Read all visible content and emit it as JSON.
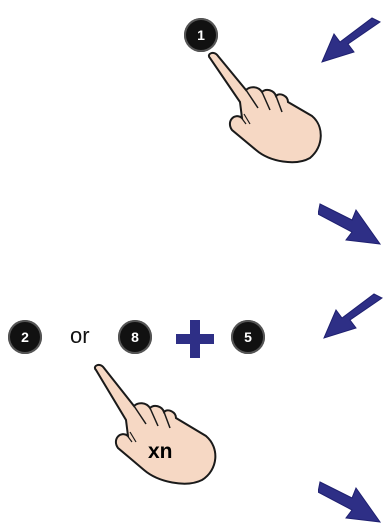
{
  "keys": {
    "first": "1",
    "alt_down": "2",
    "alt_up": "8",
    "confirm": "5"
  },
  "connector_or": "or",
  "repeat_label": "xn",
  "colors": {
    "arrow": "#2e2f86",
    "key_bg": "#111111",
    "plus": "#2e2f86",
    "skin": "#f6d8c4",
    "skin_outline": "#1a1a1a"
  },
  "icons": [
    "arrow-left-icon",
    "arrow-right-icon",
    "pointing-hand-icon",
    "plus-icon"
  ]
}
